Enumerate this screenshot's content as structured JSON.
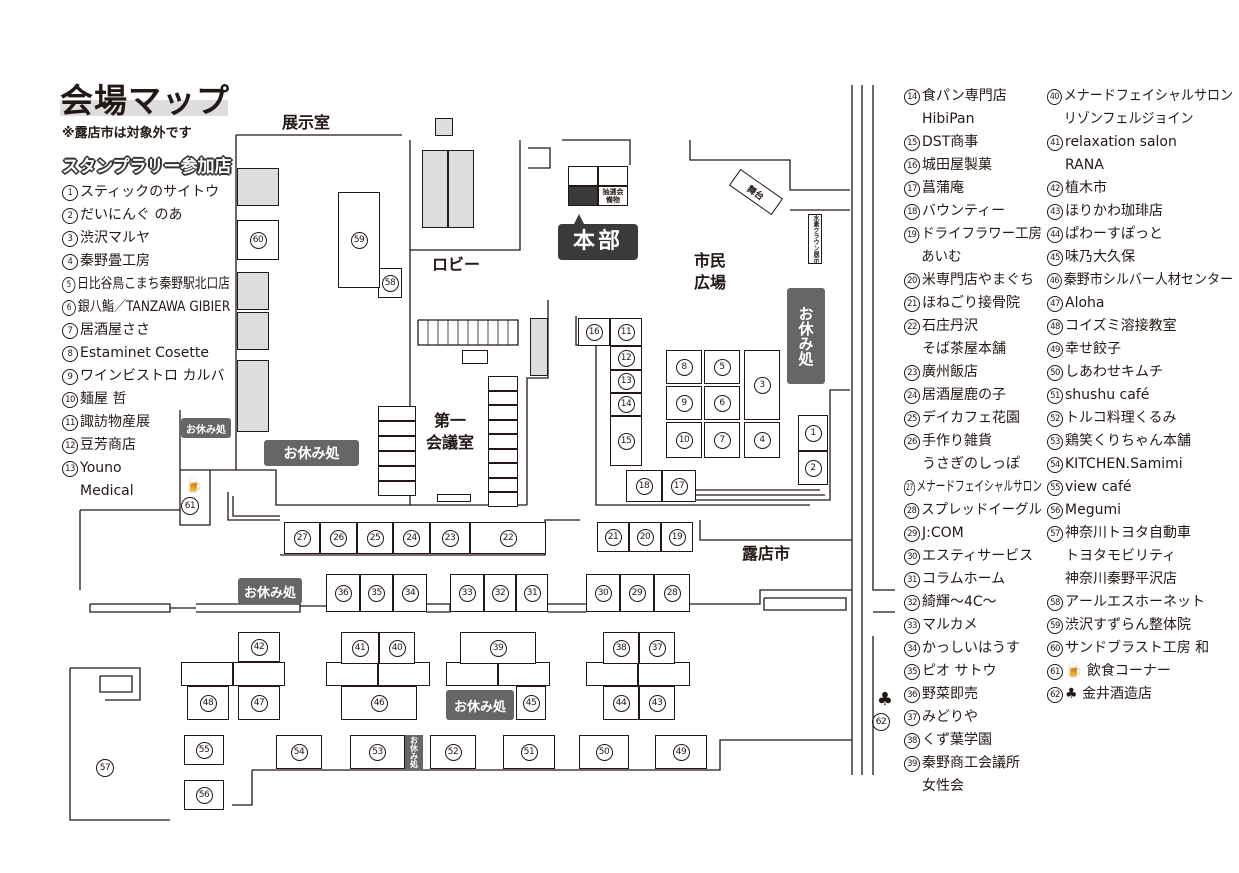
{
  "header": {
    "title": "会場マップ",
    "note": "※露店市は対象外です",
    "stamp_rally_heading": "スタンプラリー参加店"
  },
  "map_labels": {
    "exhibit_room": "展示室",
    "lobby": "ロビー",
    "plaza_line1": "市民",
    "plaza_line2": "広場",
    "conference_line1": "第一",
    "conference_line2": "会議室",
    "street_market": "露店市",
    "headquarters": "本部",
    "lottery": "抽選会 備物",
    "stage": "舞台",
    "hydrogen_display": "水素クラウン展示",
    "rest_area": "お休み処",
    "rest_area_vertical": "お休み処"
  },
  "booths": [
    "1",
    "2",
    "3",
    "4",
    "5",
    "6",
    "7",
    "8",
    "9",
    "10",
    "11",
    "12",
    "13",
    "14",
    "15",
    "16",
    "17",
    "18",
    "19",
    "20",
    "21",
    "22",
    "23",
    "24",
    "25",
    "26",
    "27",
    "28",
    "29",
    "30",
    "31",
    "32",
    "33",
    "34",
    "35",
    "36",
    "37",
    "38",
    "39",
    "40",
    "41",
    "42",
    "43",
    "44",
    "45",
    "46",
    "47",
    "48",
    "49",
    "50",
    "51",
    "52",
    "53",
    "54",
    "55",
    "56",
    "57",
    "58",
    "59",
    "60",
    "61",
    "62"
  ],
  "shops": [
    {
      "num": "1",
      "lines": [
        "スティックのサイトウ"
      ]
    },
    {
      "num": "2",
      "lines": [
        "だいにんぐ のあ"
      ]
    },
    {
      "num": "3",
      "lines": [
        "渋沢マルヤ"
      ]
    },
    {
      "num": "4",
      "lines": [
        "秦野畳工房"
      ]
    },
    {
      "num": "5",
      "lines": [
        "日比谷鳥こまち秦野駅北口店"
      ]
    },
    {
      "num": "6",
      "lines": [
        "銀八鮨／TANZAWA GIBIER"
      ]
    },
    {
      "num": "7",
      "lines": [
        "居酒屋ささ"
      ]
    },
    {
      "num": "8",
      "lines": [
        "Estaminet Cosette"
      ]
    },
    {
      "num": "9",
      "lines": [
        "ワインビストロ カルバ"
      ]
    },
    {
      "num": "10",
      "lines": [
        "麺屋 哲"
      ]
    },
    {
      "num": "11",
      "lines": [
        "諏訪物産展"
      ]
    },
    {
      "num": "12",
      "lines": [
        "豆芳商店"
      ]
    },
    {
      "num": "13",
      "lines": [
        "Youno",
        "Medical"
      ]
    },
    {
      "num": "14",
      "lines": [
        "食パン専門店",
        "HibiPan"
      ]
    },
    {
      "num": "15",
      "lines": [
        "DST商事"
      ]
    },
    {
      "num": "16",
      "lines": [
        "城田屋製菓"
      ]
    },
    {
      "num": "17",
      "lines": [
        "菖蒲庵"
      ]
    },
    {
      "num": "18",
      "lines": [
        "バウンティー"
      ]
    },
    {
      "num": "19",
      "lines": [
        "ドライフラワー工房",
        "あいむ"
      ]
    },
    {
      "num": "20",
      "lines": [
        "米専門店やまぐち"
      ]
    },
    {
      "num": "21",
      "lines": [
        "ほねごり接骨院"
      ]
    },
    {
      "num": "22",
      "lines": [
        "石庄丹沢",
        "そば茶屋本舗"
      ]
    },
    {
      "num": "23",
      "lines": [
        "廣州飯店"
      ]
    },
    {
      "num": "24",
      "lines": [
        "居酒屋鹿の子"
      ]
    },
    {
      "num": "25",
      "lines": [
        "デイカフェ花園"
      ]
    },
    {
      "num": "26",
      "lines": [
        "手作り雑貨",
        "うさぎのしっぽ"
      ]
    },
    {
      "num": "27",
      "lines": [
        "メナードフェイシャルサロン"
      ]
    },
    {
      "num": "28",
      "lines": [
        "スプレッドイーグル"
      ]
    },
    {
      "num": "29",
      "lines": [
        "J:COM"
      ]
    },
    {
      "num": "30",
      "lines": [
        "エスティサービス"
      ]
    },
    {
      "num": "31",
      "lines": [
        "コラムホーム"
      ]
    },
    {
      "num": "32",
      "lines": [
        "綺輝～4C～"
      ]
    },
    {
      "num": "33",
      "lines": [
        "マルカメ"
      ]
    },
    {
      "num": "34",
      "lines": [
        "かっしいはうす"
      ]
    },
    {
      "num": "35",
      "lines": [
        "ピオ サトウ"
      ]
    },
    {
      "num": "36",
      "lines": [
        "野菜即売"
      ]
    },
    {
      "num": "37",
      "lines": [
        "みどりや"
      ]
    },
    {
      "num": "38",
      "lines": [
        "くず葉学園"
      ]
    },
    {
      "num": "39",
      "lines": [
        "秦野商工会議所",
        "女性会"
      ]
    },
    {
      "num": "40",
      "lines": [
        "メナードフェイシャルサロン",
        "リゾンフェルジョイン"
      ]
    },
    {
      "num": "41",
      "lines": [
        "relaxation salon",
        "RANA"
      ]
    },
    {
      "num": "42",
      "lines": [
        "植木市"
      ]
    },
    {
      "num": "43",
      "lines": [
        "ほりかわ珈琲店"
      ]
    },
    {
      "num": "44",
      "lines": [
        "ぱわーすぽっと"
      ]
    },
    {
      "num": "45",
      "lines": [
        "味乃大久保"
      ]
    },
    {
      "num": "46",
      "lines": [
        "秦野市シルバー人材センター"
      ]
    },
    {
      "num": "47",
      "lines": [
        "Aloha"
      ]
    },
    {
      "num": "48",
      "lines": [
        "コイズミ溶接教室"
      ]
    },
    {
      "num": "49",
      "lines": [
        "幸せ餃子"
      ]
    },
    {
      "num": "50",
      "lines": [
        "しあわせキムチ"
      ]
    },
    {
      "num": "51",
      "lines": [
        "shushu café"
      ]
    },
    {
      "num": "52",
      "lines": [
        "トルコ料理くるみ"
      ]
    },
    {
      "num": "53",
      "lines": [
        "鶏笑くりちゃん本舗"
      ]
    },
    {
      "num": "54",
      "lines": [
        "KITCHEN.Samimi"
      ]
    },
    {
      "num": "55",
      "lines": [
        "view café"
      ]
    },
    {
      "num": "56",
      "lines": [
        "Megumi"
      ]
    },
    {
      "num": "57",
      "lines": [
        "神奈川トヨタ自動車",
        "トヨタモビリティ",
        "神奈川秦野平沢店"
      ]
    },
    {
      "num": "58",
      "lines": [
        "アールエスホーネット"
      ]
    },
    {
      "num": "59",
      "lines": [
        "渋沢すずらん整体院"
      ]
    },
    {
      "num": "60",
      "lines": [
        "サンドブラスト工房 和"
      ]
    },
    {
      "num": "61",
      "lines": [
        "🍺 飲食コーナー"
      ]
    },
    {
      "num": "62",
      "lines": [
        "♣ 金井酒造店"
      ]
    }
  ],
  "icons": {
    "drink": "beer-mug-icon",
    "sake": "clover-icon"
  }
}
